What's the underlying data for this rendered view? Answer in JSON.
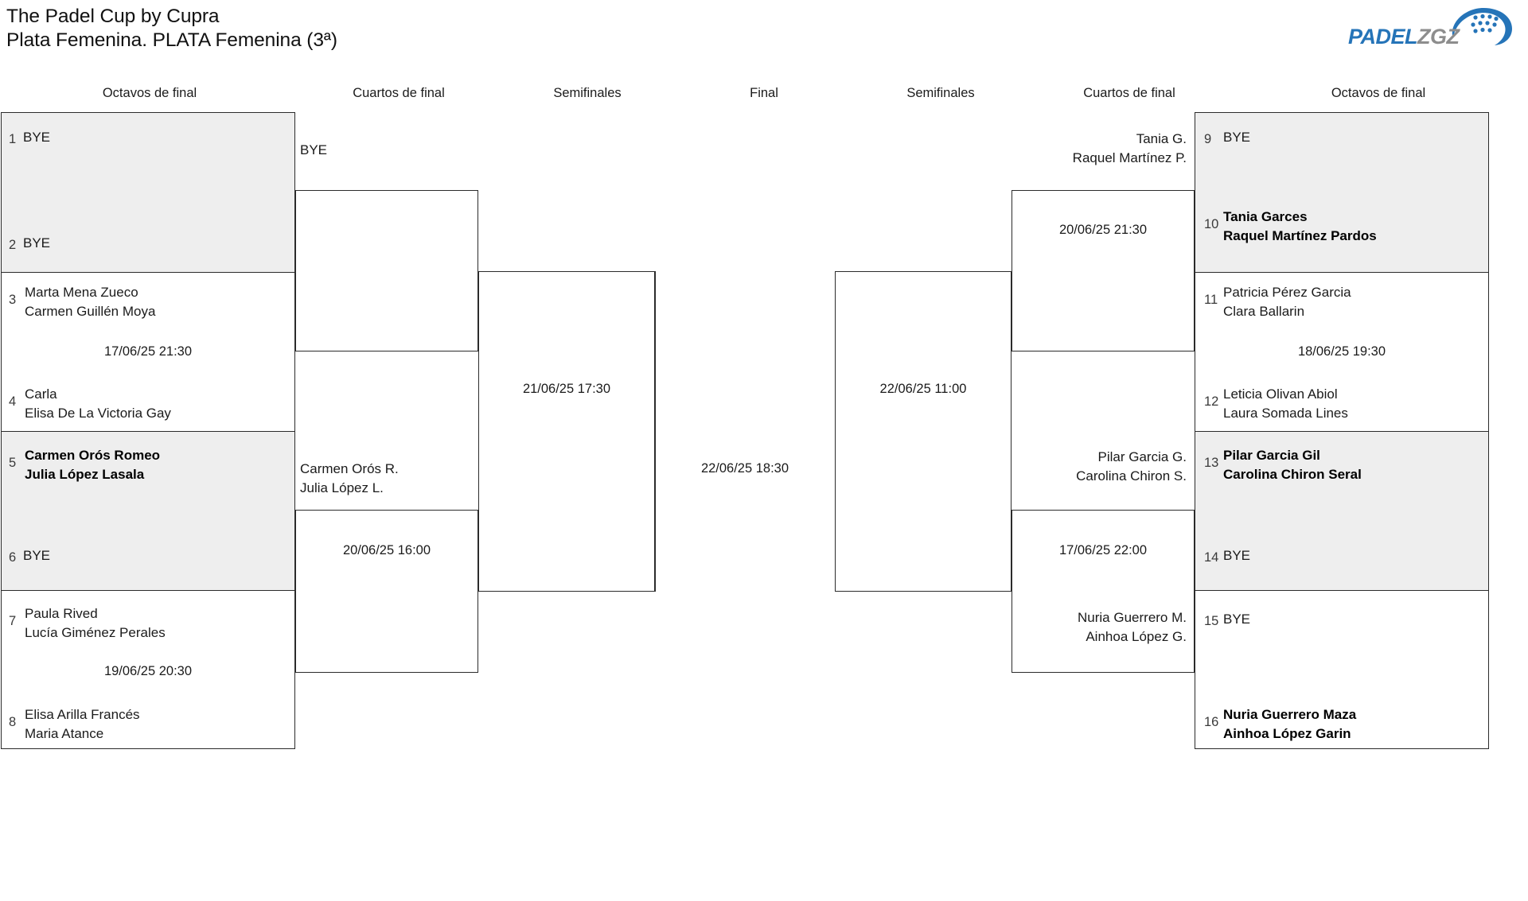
{
  "header": {
    "title_line1": "The Padel Cup by Cupra",
    "title_line2": "Plata Femenina. PLATA Femenina (3ª)"
  },
  "logo": {
    "part1": "PADEL",
    "part2": "ZGZ",
    "color_blue": "#2574b8",
    "color_gray": "#8d8d8d"
  },
  "round_headers": {
    "left_r16": "Octavos de final",
    "left_qf": "Cuartos de final",
    "left_sf": "Semifinales",
    "final": "Final",
    "right_sf": "Semifinales",
    "right_qf": "Cuartos de final",
    "right_r16": "Octavos de final"
  },
  "colors": {
    "shaded_row": "#eeeeee",
    "line": "#2b2b2b",
    "text": "#1b1b1b"
  },
  "bracket_data": {
    "type": "single-elimination",
    "size": 16,
    "left_side": {
      "round_of_16": [
        {
          "seed": "1",
          "bye": true,
          "label": "BYE",
          "shaded": true,
          "winner": false,
          "p1": "",
          "p2": ""
        },
        {
          "seed": "2",
          "bye": true,
          "label": "BYE",
          "shaded": true,
          "winner": false,
          "p1": "",
          "p2": ""
        },
        {
          "seed": "3",
          "bye": false,
          "label": "",
          "shaded": false,
          "winner": false,
          "p1": "Marta Mena Zueco",
          "p2": "Carmen Guillén Moya"
        },
        {
          "seed": "4",
          "bye": false,
          "label": "",
          "shaded": false,
          "winner": false,
          "p1": "Carla",
          "p2": "Elisa De La Victoria Gay"
        },
        {
          "seed": "5",
          "bye": false,
          "label": "",
          "shaded": true,
          "winner": true,
          "p1": "Carmen Orós Romeo",
          "p2": "Julia López Lasala"
        },
        {
          "seed": "6",
          "bye": true,
          "label": "BYE",
          "shaded": true,
          "winner": false,
          "p1": "",
          "p2": ""
        },
        {
          "seed": "7",
          "bye": false,
          "label": "",
          "shaded": false,
          "winner": false,
          "p1": "Paula Rived",
          "p2": "Lucía Giménez Perales"
        },
        {
          "seed": "8",
          "bye": false,
          "label": "",
          "shaded": false,
          "winner": false,
          "p1": "Elisa Arilla Francés",
          "p2": "Maria Atance"
        }
      ],
      "round_of_16_matches": [
        {
          "date": ""
        },
        {
          "date": "17/06/25 21:30"
        },
        {
          "date": ""
        },
        {
          "date": "19/06/25 20:30"
        }
      ],
      "quarterfinals": [
        {
          "p1": "BYE",
          "p2": ""
        },
        {
          "p1": "Carmen Orós R.",
          "p2": "Julia López L."
        }
      ],
      "quarterfinal_matches": [
        {
          "date": ""
        },
        {
          "date": "20/06/25 16:00"
        }
      ],
      "semifinal_match": {
        "date": "21/06/25 17:30"
      }
    },
    "final_match": {
      "date": "22/06/25 18:30"
    },
    "right_side": {
      "round_of_16": [
        {
          "seed": "9",
          "bye": true,
          "label": "BYE",
          "shaded": true,
          "winner": false,
          "p1": "",
          "p2": ""
        },
        {
          "seed": "10",
          "bye": false,
          "label": "",
          "shaded": true,
          "winner": true,
          "p1": "Tania Garces",
          "p2": "Raquel Martínez Pardos"
        },
        {
          "seed": "11",
          "bye": false,
          "label": "",
          "shaded": false,
          "winner": false,
          "p1": "Patricia Pérez Garcia",
          "p2": "Clara Ballarin"
        },
        {
          "seed": "12",
          "bye": false,
          "label": "",
          "shaded": false,
          "winner": false,
          "p1": "Leticia Olivan Abiol",
          "p2": "Laura Somada Lines"
        },
        {
          "seed": "13",
          "bye": false,
          "label": "",
          "shaded": true,
          "winner": true,
          "p1": "Pilar Garcia Gil",
          "p2": "Carolina Chiron Seral"
        },
        {
          "seed": "14",
          "bye": true,
          "label": "BYE",
          "shaded": true,
          "winner": false,
          "p1": "",
          "p2": ""
        },
        {
          "seed": "15",
          "bye": true,
          "label": "BYE",
          "shaded": false,
          "winner": false,
          "p1": "",
          "p2": ""
        },
        {
          "seed": "16",
          "bye": false,
          "label": "",
          "shaded": false,
          "winner": true,
          "p1": "Nuria Guerrero Maza",
          "p2": "Ainhoa López Garin"
        }
      ],
      "round_of_16_matches": [
        {
          "date": ""
        },
        {
          "date": "18/06/25 19:30"
        },
        {
          "date": ""
        },
        {
          "date": ""
        }
      ],
      "quarterfinals": [
        {
          "p1": "Tania G.",
          "p2": "Raquel Martínez P."
        },
        {
          "p1": "Pilar Garcia G.",
          "p2": "Carolina Chiron S."
        }
      ],
      "quarterfinal_matches": [
        {
          "date": "20/06/25 21:30"
        },
        {
          "date": "17/06/25 22:00"
        }
      ],
      "semifinal_slot": {
        "p1": "Nuria Guerrero M.",
        "p2": "Ainhoa López G."
      },
      "semifinal_match": {
        "date": "22/06/25 11:00"
      }
    }
  }
}
